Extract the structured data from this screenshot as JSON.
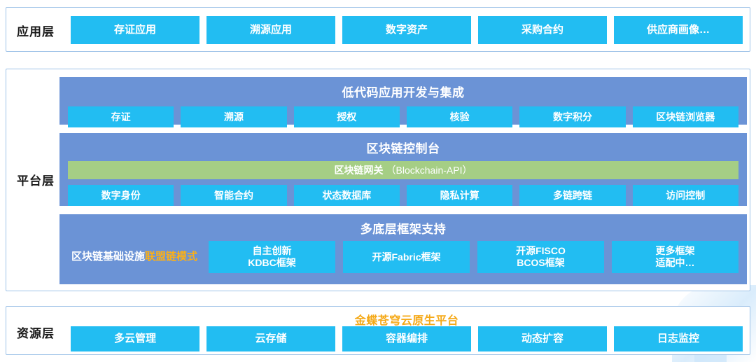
{
  "layers": {
    "application": {
      "label": "应用层",
      "items": [
        {
          "label": "存证应用"
        },
        {
          "label": "溯源应用"
        },
        {
          "label": "数字资产"
        },
        {
          "label": "采购合约"
        },
        {
          "label": "供应商画像…"
        }
      ]
    },
    "platform": {
      "label": "平台层",
      "panels": {
        "lowcode": {
          "title": "低代码应用开发与集成",
          "items": [
            {
              "label": "存证"
            },
            {
              "label": "溯源"
            },
            {
              "label": "授权"
            },
            {
              "label": "核验"
            },
            {
              "label": "数字积分"
            },
            {
              "label": "区块链浏览器"
            }
          ]
        },
        "console": {
          "title": "区块链控制台",
          "gateway_main": "区块链网关",
          "gateway_sub": "（Blockchain-API）",
          "items": [
            {
              "label": "数字身份"
            },
            {
              "label": "智能合约"
            },
            {
              "label": "状态数据库"
            },
            {
              "label": "隐私计算"
            },
            {
              "label": "多链跨链"
            },
            {
              "label": "访问控制"
            }
          ]
        },
        "frameworks": {
          "title": "多底层框架支持",
          "infra_label_plain": "区块链基础设施",
          "infra_label_highlight": "联盟链模式",
          "items": [
            {
              "label": "自主创新\nKDBC框架"
            },
            {
              "label": "开源Fabric框架"
            },
            {
              "label": "开源FISCO\nBCOS框架"
            },
            {
              "label": "更多框架\n适配中…"
            }
          ]
        }
      }
    },
    "resource": {
      "label": "资源层",
      "title": "金蝶苍穹云原生平台",
      "items": [
        {
          "label": "多云管理"
        },
        {
          "label": "云存储"
        },
        {
          "label": "容器编排"
        },
        {
          "label": "动态扩容"
        },
        {
          "label": "日志监控"
        }
      ]
    }
  },
  "colors": {
    "chip_cyan": "#22bdf2",
    "panel_blue": "#6b93d6",
    "gateway_green": "#a5ce85",
    "accent_orange": "#f5a917",
    "border_blue": "#9fc3e8"
  }
}
